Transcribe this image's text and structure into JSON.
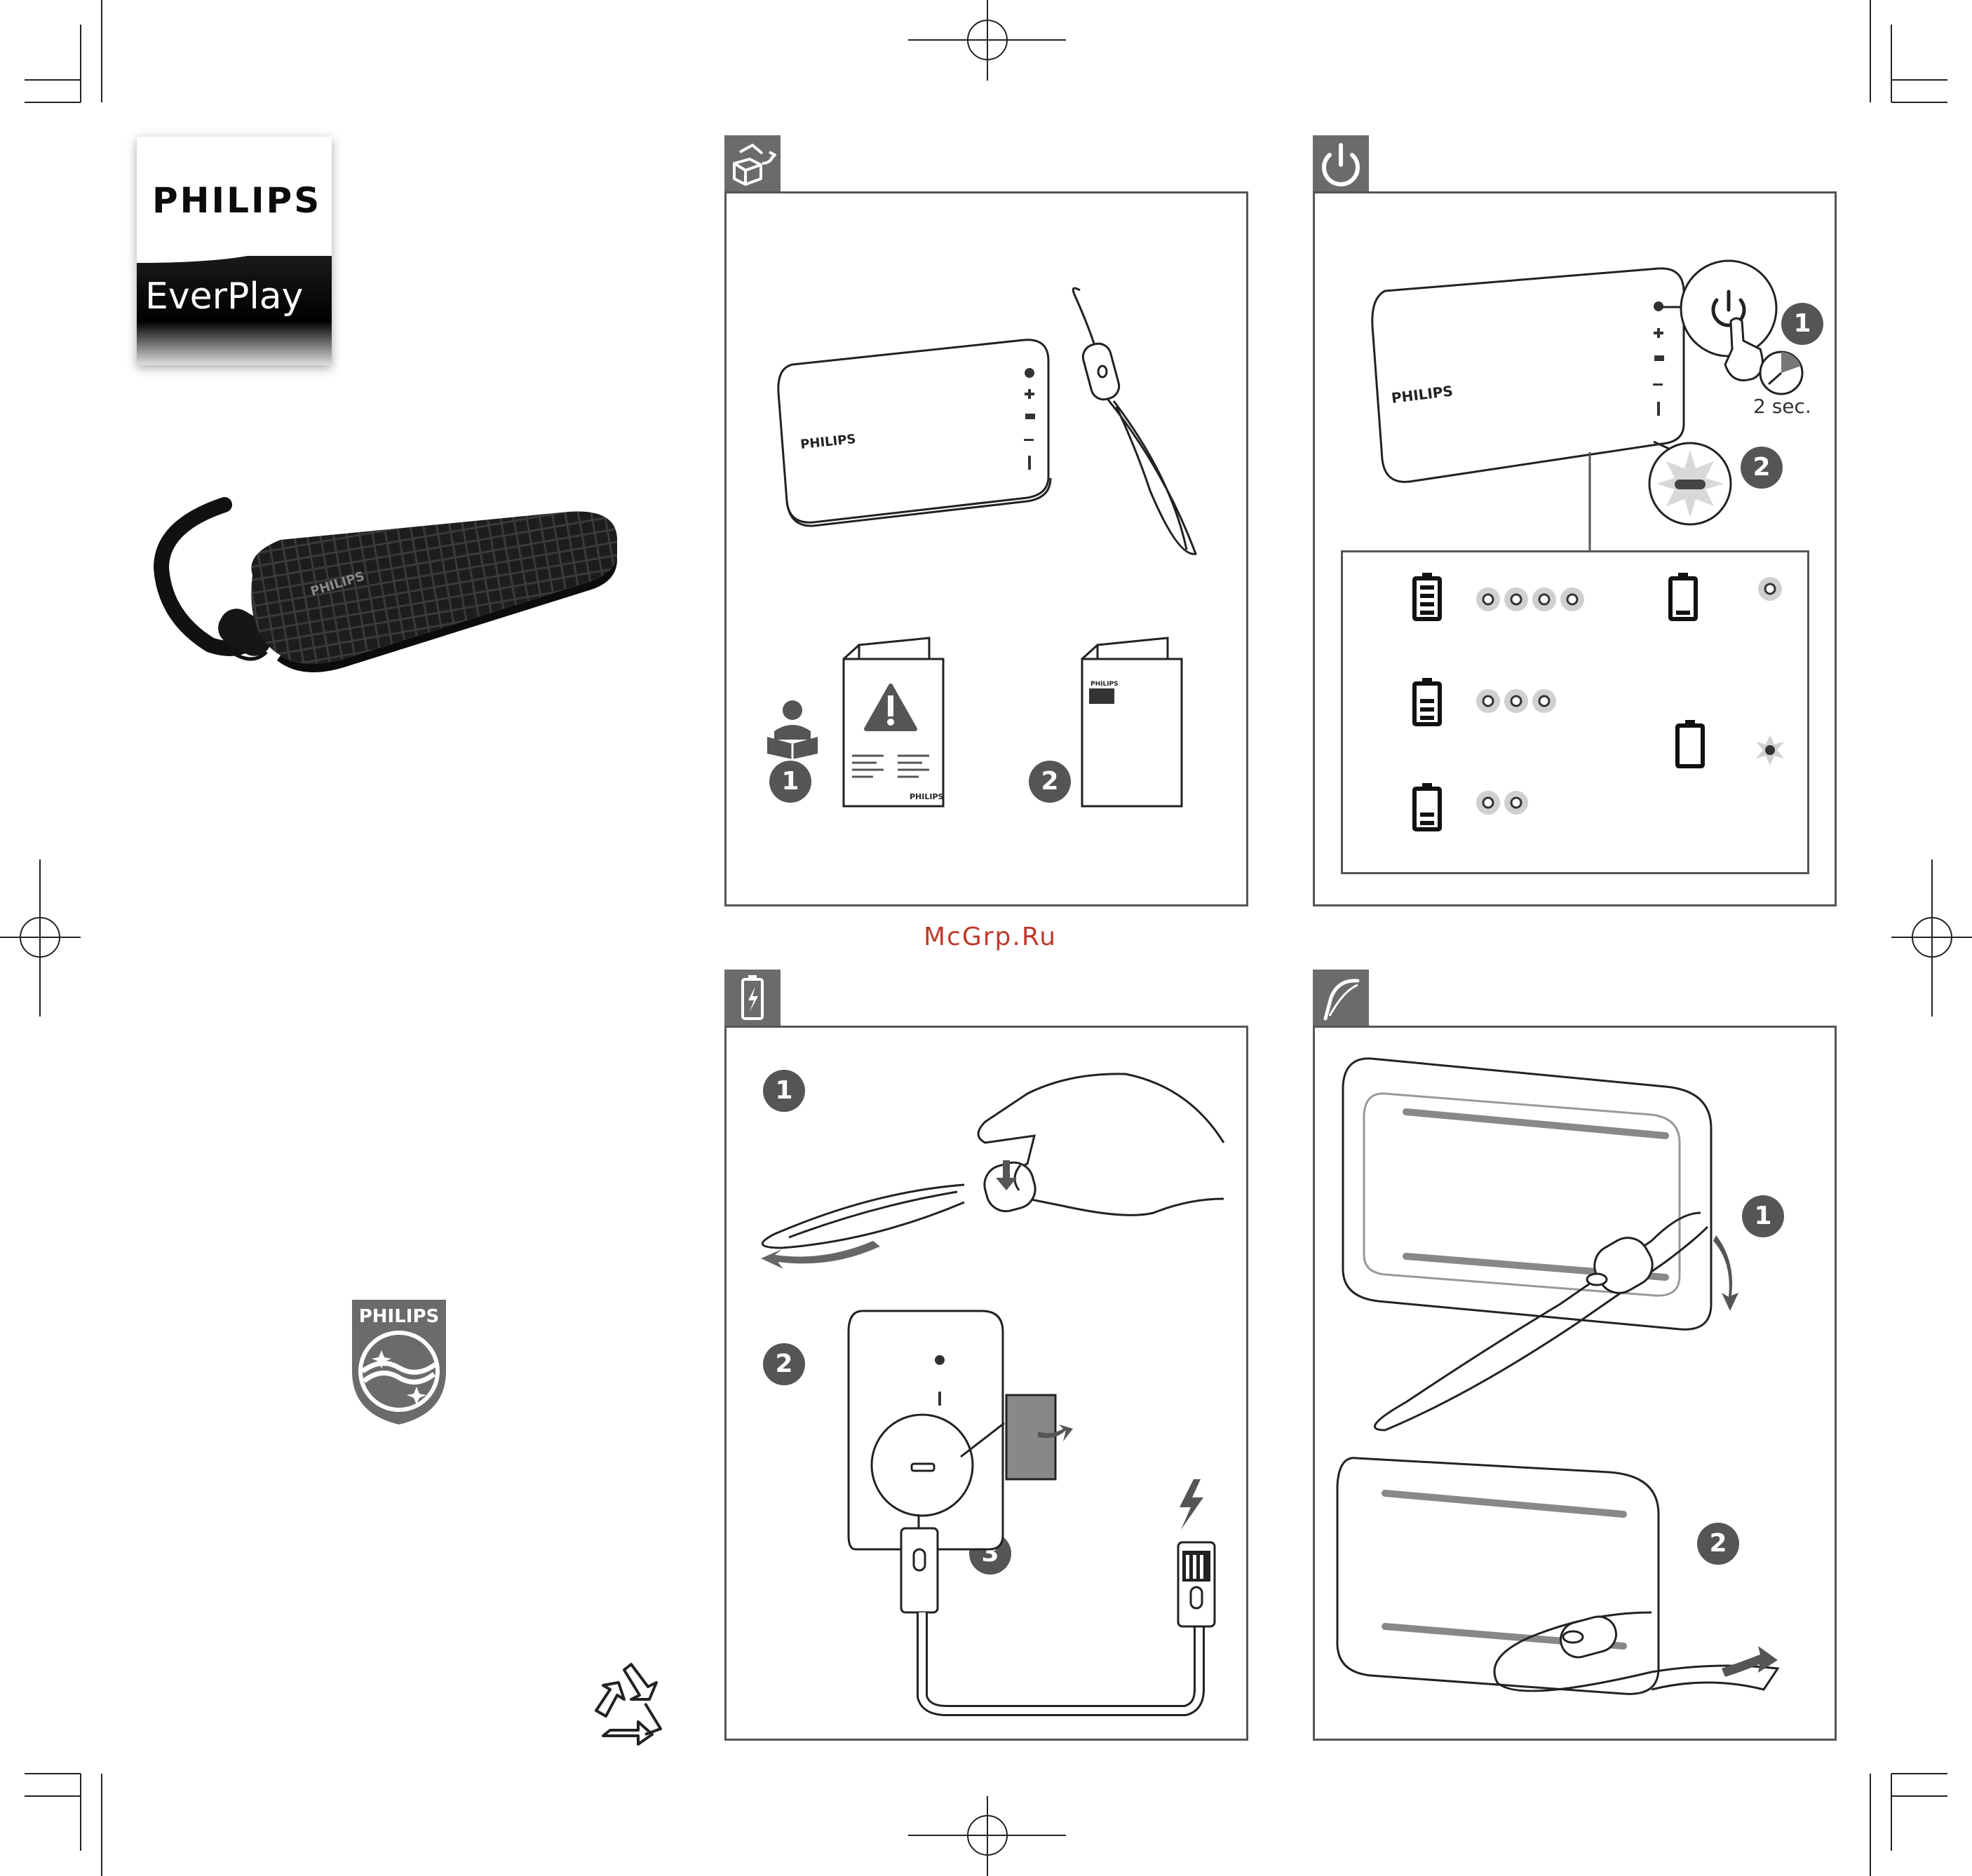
{
  "cover": {
    "brand": "PHILIPS",
    "product": "EverPlay",
    "speaker_brand": "PHILIPS",
    "shield_brand": "PHILIPS"
  },
  "panels": {
    "box": {
      "icon": "unbox-icon",
      "speaker_brand": "PHILIPS",
      "leaflet_brand": "PHILIPS",
      "qsg_brand": "PHILIPS",
      "steps": [
        "1",
        "2"
      ]
    },
    "power": {
      "icon": "power-icon",
      "speaker_brand": "PHILIPS",
      "hold_time": "2 sec.",
      "steps": [
        "1",
        "2"
      ],
      "battery_levels": [
        {
          "bars": 4,
          "leds": 4
        },
        {
          "bars": 3,
          "leds": 3
        },
        {
          "bars": 2,
          "leds": 2
        },
        {
          "bars": 1,
          "leds": 1
        },
        {
          "bars": 0,
          "leds": 1,
          "blinking": true
        }
      ]
    },
    "charge": {
      "icon": "battery-charge-icon",
      "steps": [
        "1",
        "2",
        "3"
      ]
    },
    "strap": {
      "icon": "strap-icon",
      "steps": [
        "1",
        "2"
      ]
    }
  },
  "watermark": "McGrp.Ru",
  "colors": {
    "panel_gray": "#6b6b6b",
    "badge_gray": "#555555",
    "watermark_red": "#c0392b"
  }
}
